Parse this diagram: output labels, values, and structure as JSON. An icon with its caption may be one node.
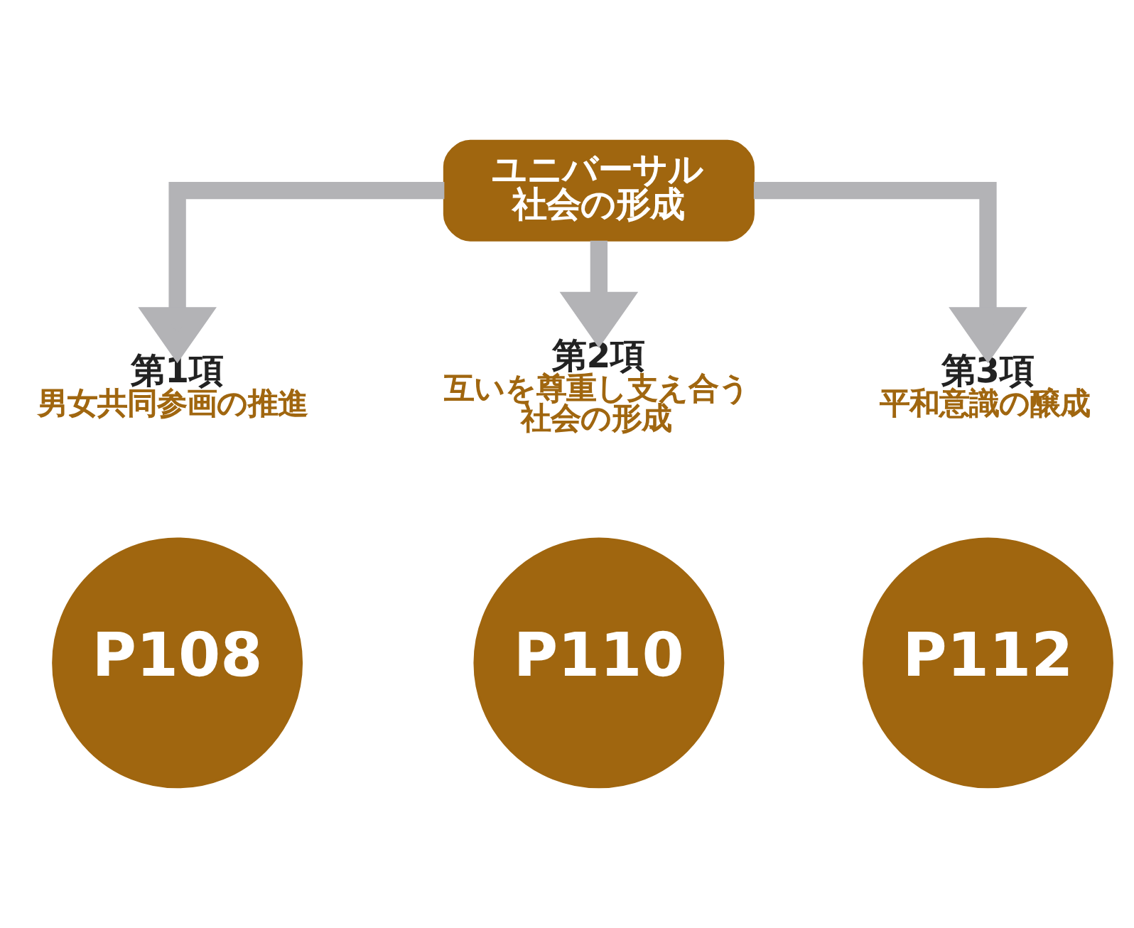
{
  "diagram": {
    "nodes": [
      {
        "text": [
          "ユニバーサル社会の形成"
        ]
      },
      {
        "text": [
          "第1項",
          "男女共同参画の推進"
        ]
      },
      {
        "text": [
          "P108"
        ]
      },
      {
        "text": [
          "第2項",
          "互いを尊重し支え合う社会の形成"
        ]
      },
      {
        "text": [
          "P110"
        ]
      },
      {
        "text": [
          "第3項",
          "平和意識の醸成"
        ]
      },
      {
        "text": [
          "P112"
        ]
      }
    ],
    "edges": [
      {
        "from": 0,
        "to": 1,
        "arrow": "to"
      },
      {
        "from": 0,
        "to": 3,
        "arrow": "to"
      },
      {
        "from": 0,
        "to": 5,
        "arrow": "to"
      }
    ]
  }
}
